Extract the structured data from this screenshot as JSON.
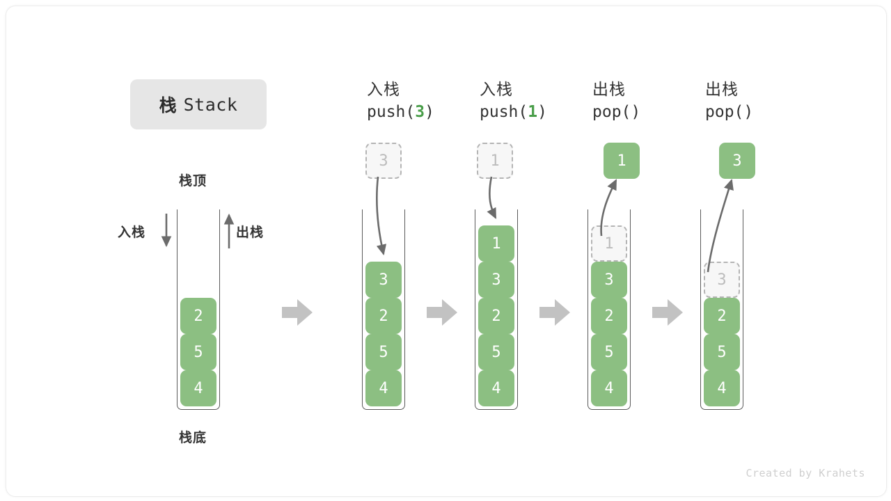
{
  "canvas": {
    "background": "#ffffff",
    "accent_green": "#8cbf82",
    "arrow_gray": "#5a5a5a",
    "flow_arrow_gray": "#c2c2c2",
    "ghost_border": "#b4b4b4"
  },
  "title": {
    "cn": "栈",
    "en": "Stack"
  },
  "legend": {
    "top_label": "栈顶",
    "bottom_label": "栈底",
    "push_label": "入栈",
    "pop_label": "出栈"
  },
  "columns": [
    {
      "id": "initial",
      "head_line1": "",
      "head_line2": "",
      "head_arg": "",
      "stack": [
        "4",
        "5",
        "2"
      ],
      "ghost_in_stack": null,
      "float_box": null,
      "float_kind": null
    },
    {
      "id": "push-3",
      "head_line1": "入栈",
      "head_line2_prefix": "push(",
      "head_arg": "3",
      "head_line2_suffix": ")",
      "stack": [
        "4",
        "5",
        "2",
        "3"
      ],
      "ghost_in_stack": null,
      "float_box": "3",
      "float_kind": "ghost"
    },
    {
      "id": "push-1",
      "head_line1": "入栈",
      "head_line2_prefix": "push(",
      "head_arg": "1",
      "head_line2_suffix": ")",
      "stack": [
        "4",
        "5",
        "2",
        "3",
        "1"
      ],
      "ghost_in_stack": null,
      "float_box": "1",
      "float_kind": "ghost"
    },
    {
      "id": "pop-1",
      "head_line1": "出栈",
      "head_line2_prefix": "pop(",
      "head_arg": "",
      "head_line2_suffix": ")",
      "stack": [
        "4",
        "5",
        "2",
        "3"
      ],
      "ghost_in_stack": "1",
      "float_box": "1",
      "float_kind": "solid"
    },
    {
      "id": "pop-3",
      "head_line1": "出栈",
      "head_line2_prefix": "pop(",
      "head_arg": "",
      "head_line2_suffix": ")",
      "stack": [
        "4",
        "5",
        "2"
      ],
      "ghost_in_stack": "3",
      "float_box": "3",
      "float_kind": "solid"
    }
  ],
  "credit": "Created by Krahets"
}
